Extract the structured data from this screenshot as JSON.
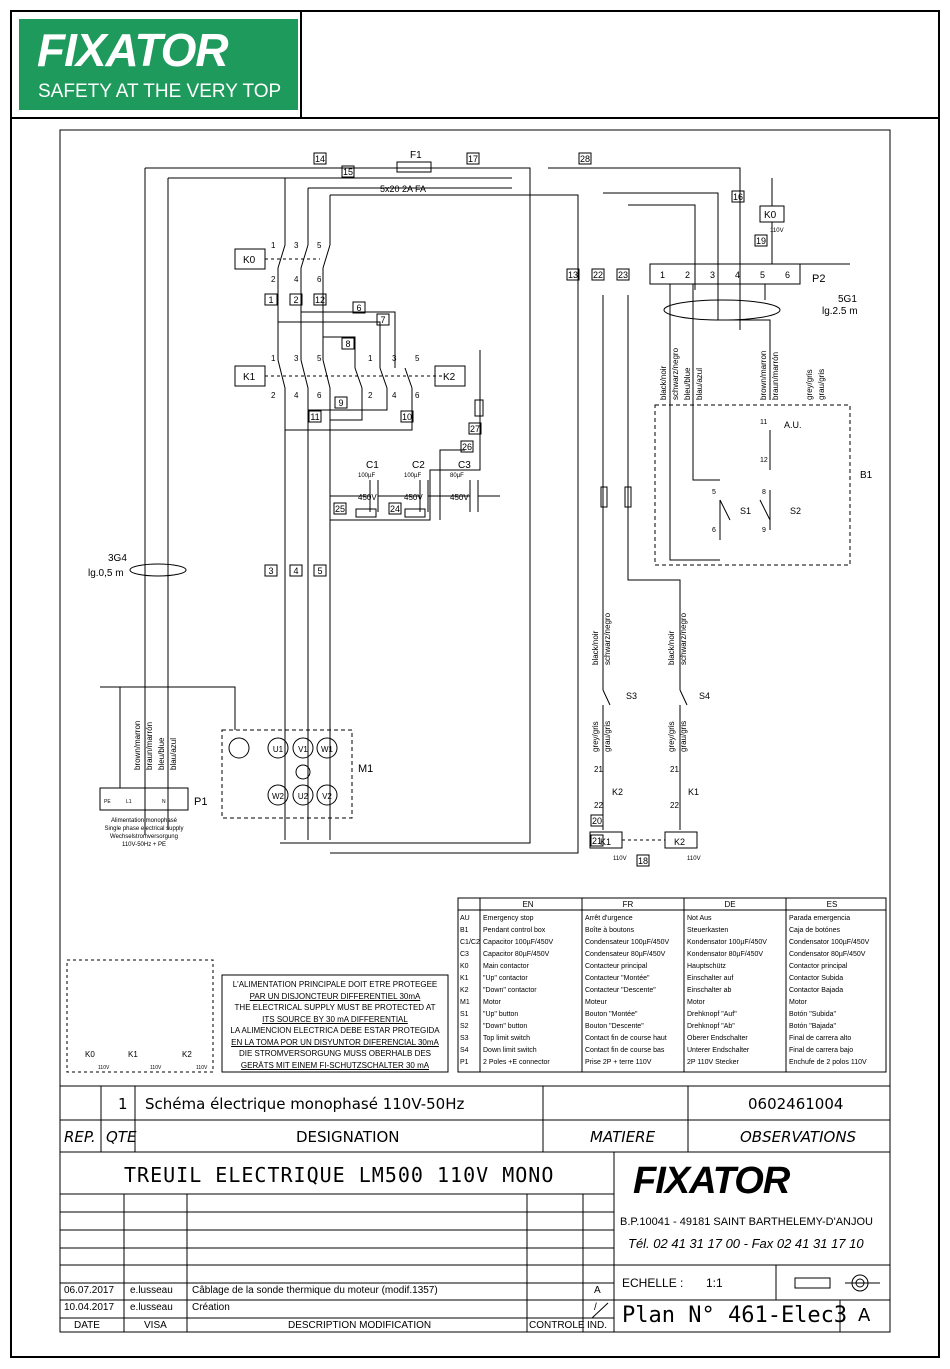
{
  "header": {
    "brand": "FIXATOR",
    "tagline": "SAFETY AT THE VERY TOP"
  },
  "diagram": {
    "fuse": {
      "label": "F1",
      "rating": "5x20 2A FA"
    },
    "wire_numbers": [
      "14",
      "15",
      "17",
      "28",
      "16",
      "19",
      "13",
      "22",
      "23",
      "1",
      "2",
      "12",
      "6",
      "7",
      "8",
      "9",
      "11",
      "10",
      "27",
      "26",
      "25",
      "24",
      "3",
      "4",
      "5",
      "20",
      "21",
      "18"
    ],
    "contactors": {
      "k0": "K0",
      "k1": "K1",
      "k2": "K2",
      "k0_aux": "K0",
      "k0_aux_v": "110V"
    },
    "contact_numbers": {
      "top": [
        "1",
        "3",
        "5"
      ],
      "bottom": [
        "2",
        "4",
        "6"
      ]
    },
    "capacitors": [
      {
        "name": "C1",
        "value": "100µF",
        "voltage": "450V"
      },
      {
        "name": "C2",
        "value": "100µF",
        "voltage": "450V"
      },
      {
        "name": "C3",
        "value": "80µF",
        "voltage": "450V"
      }
    ],
    "cable_3g4": {
      "name": "3G4",
      "length": "lg.0,5 m"
    },
    "cable_5g1": {
      "name": "5G1",
      "length": "lg.2.5 m"
    },
    "p2": {
      "label": "P2",
      "pins": [
        "1",
        "2",
        "3",
        "4",
        "5",
        "6"
      ]
    },
    "wire_colors_5g1": [
      "black/noir",
      "schwarz/negro",
      "bleu/blue",
      "blau/azul",
      "brown/marron",
      "braun/marrón",
      "grey/gris",
      "grau/gris"
    ],
    "b1": {
      "label": "B1",
      "au": "A.U.",
      "s1": "S1",
      "s2": "S2",
      "nums": [
        "11",
        "12",
        "5",
        "8",
        "6",
        "9"
      ]
    },
    "wire_colors_3g4": [
      "brown/marron",
      "braun/marrón",
      "bleu/blue",
      "blau/azul"
    ],
    "p1": {
      "label": "P1",
      "pins": [
        "PE",
        "L1",
        "N"
      ],
      "caption": [
        "Alimentation monophasé",
        "Single phase electrical supply",
        "Wechselstromversorgung",
        "110V-50Hz + PE"
      ]
    },
    "m1": {
      "label": "M1",
      "terminals": [
        "U1",
        "V1",
        "W1",
        "W2",
        "U2",
        "V2"
      ]
    },
    "limit_switches": {
      "s3": "S3",
      "s4": "S4",
      "colors_top": [
        "black/noir",
        "schwarz/negro"
      ],
      "colors_bottom": [
        "grey/gris",
        "grau/gris"
      ],
      "k2": "K2",
      "k1": "K1",
      "n21": "21",
      "n22": "22"
    },
    "coils": {
      "k1": "K1",
      "k2": "K2",
      "v1": "110V",
      "v2": "110V"
    },
    "mini": {
      "k0": "K0",
      "k1": "K1",
      "k2": "K2",
      "v": "110V"
    }
  },
  "warning": [
    "L'ALIMENTATION PRINCIPALE DOIT ETRE PROTEGEE",
    "PAR UN DISJONCTEUR DIFFERENTIEL 30mA",
    "THE ELECTRICAL SUPPLY MUST BE PROTECTED AT",
    "ITS SOURCE BY 30 mA DIFFERENTIAL",
    "LA ALIMENCION ELECTRICA DEBE ESTAR PROTEGIDA",
    "EN LA TOMA POR UN DISYUNTOR DIFERENCIAL 30mA",
    "DIE STROMVERSORGUNG MUSS OBERHALB DES",
    "GERÄTS MIT EINEM FI-SCHUTZSCHALTER 30 mA"
  ],
  "legend": {
    "headers": [
      "EN",
      "FR",
      "DE",
      "ES"
    ],
    "rows": [
      [
        "AU",
        "Emergency stop",
        "Arrêt d'urgence",
        "Not Aus",
        "Parada emergencia"
      ],
      [
        "B1",
        "Pendant control box",
        "Boîte à boutons",
        "Steuerkasten",
        "Caja de botónes"
      ],
      [
        "C1/C2",
        "Capacitor 100µF/450V",
        "Condensateur 100µF/450V",
        "Kondensator 100µF/450V",
        "Condensator 100µF/450V"
      ],
      [
        "C3",
        "Capacitor 80µF/450V",
        "Condensateur 80µF/450V",
        "Kondensator 80µF/450V",
        "Condensator 80µF/450V"
      ],
      [
        "K0",
        "Main contactor",
        "Contacteur principal",
        "Hauptschütz",
        "Contactor principal"
      ],
      [
        "K1",
        "\"Up\" contactor",
        "Contacteur \"Montée\"",
        "Einschalter auf",
        "Contactor Subida"
      ],
      [
        "K2",
        "\"Down\" contactor",
        "Contacteur \"Descente\"",
        "Einschalter ab",
        "Contactor Bajada"
      ],
      [
        "M1",
        "Motor",
        "Moteur",
        "Motor",
        "Motor"
      ],
      [
        "S1",
        "\"Up\" button",
        "Bouton \"Montée\"",
        "Drehknopf \"Auf\"",
        "Botón \"Subida\""
      ],
      [
        "S2",
        "\"Down\" button",
        "Bouton \"Descente\"",
        "Drehknopf \"Ab\"",
        "Botón \"Bajada\""
      ],
      [
        "S3",
        "Top limit switch",
        "Contact fin de course haut",
        "Oberer Endschalter",
        "Final de carrera alto"
      ],
      [
        "S4",
        "Down limit switch",
        "Contact fin de course bas",
        "Unterer Endschalter",
        "Final de carrera bajo"
      ],
      [
        "P1",
        "2 Poles +E connector",
        "Prise 2P + terre 110V",
        "2P 110V Stecker",
        "Enchufe de 2 polos 110V"
      ]
    ]
  },
  "nomenclature": {
    "rep": "1",
    "designation": "Schéma électrique monophasé 110V-50Hz",
    "observation": "0602461004",
    "col_rep": "REP.",
    "col_qte": "QTE",
    "col_designation": "DESIGNATION",
    "col_matiere": "MATIERE",
    "col_observations": "OBSERVATIONS"
  },
  "title_block": {
    "title": "TREUIL ELECTRIQUE LM500 110V MONO",
    "company": "FIXATOR",
    "address": "B.P.10041 - 49181 SAINT BARTHELEMY-D'ANJOU",
    "phone": "Tél. 02 41 31 17 00 - Fax 02 41 31 17 10",
    "scale_label": "ECHELLE :",
    "scale": "1:1",
    "plan": "Plan N° 461-Elec3",
    "plan_index": "A"
  },
  "revisions": [
    {
      "date": "06.07.2017",
      "visa": "e.lusseau",
      "description": "Câblage de la sonde thermique du moteur (modif.1357)",
      "index": "A"
    },
    {
      "date": "10.04.2017",
      "visa": "e.lusseau",
      "description": "Création",
      "index": "/"
    }
  ],
  "revision_headers": {
    "date": "DATE",
    "visa": "VISA",
    "description": "DESCRIPTION MODIFICATION",
    "controle": "CONTROLE",
    "ind": "IND."
  }
}
